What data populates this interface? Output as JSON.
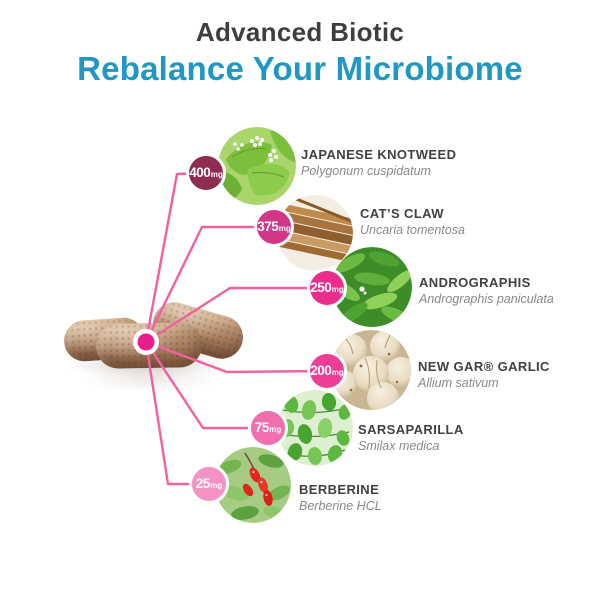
{
  "header": {
    "title": "Advanced Biotic",
    "subtitle": "Rebalance Your Microbiome",
    "title_color": "#3E3E3D",
    "subtitle_color": "#2197C3"
  },
  "connector": {
    "line_color": "#F0619F",
    "dot_color": "#EC1C8C"
  },
  "capsule_photo": "three-brown-herbal-capsules",
  "ingredients": [
    {
      "amount": "400",
      "unit": "mg",
      "name": "JAPANESE KNOTWEED",
      "latin": "Polygonum cuspidatum",
      "badge_color": "#8E2D52",
      "image": "japanese-knotweed-leaves-flowers"
    },
    {
      "amount": "375",
      "unit": "mg",
      "name": "CAT’S CLAW",
      "latin": "Uncaria tomentosa",
      "badge_color": "#D33686",
      "image": "cats-claw-bark-sticks"
    },
    {
      "amount": "250",
      "unit": "mg",
      "name": "ANDROGRAPHIS",
      "latin": "Andrographis paniculata",
      "badge_color": "#EB2E8C",
      "image": "andrographis-green-leaves"
    },
    {
      "amount": "200",
      "unit": "mg",
      "name": "NEW GAR® GARLIC",
      "latin": "Allium sativum",
      "badge_color": "#EC3E94",
      "image": "garlic-bulbs"
    },
    {
      "amount": "75",
      "unit": "mg",
      "name": "SARSAPARILLA",
      "latin": "Smilax medica",
      "badge_color": "#F06FAE",
      "image": "sarsaparilla-leaves"
    },
    {
      "amount": "25",
      "unit": "mg",
      "name": "BERBERINE",
      "latin": "Berberine HCL",
      "badge_color": "#F392C3",
      "image": "berberine-red-berries"
    }
  ]
}
